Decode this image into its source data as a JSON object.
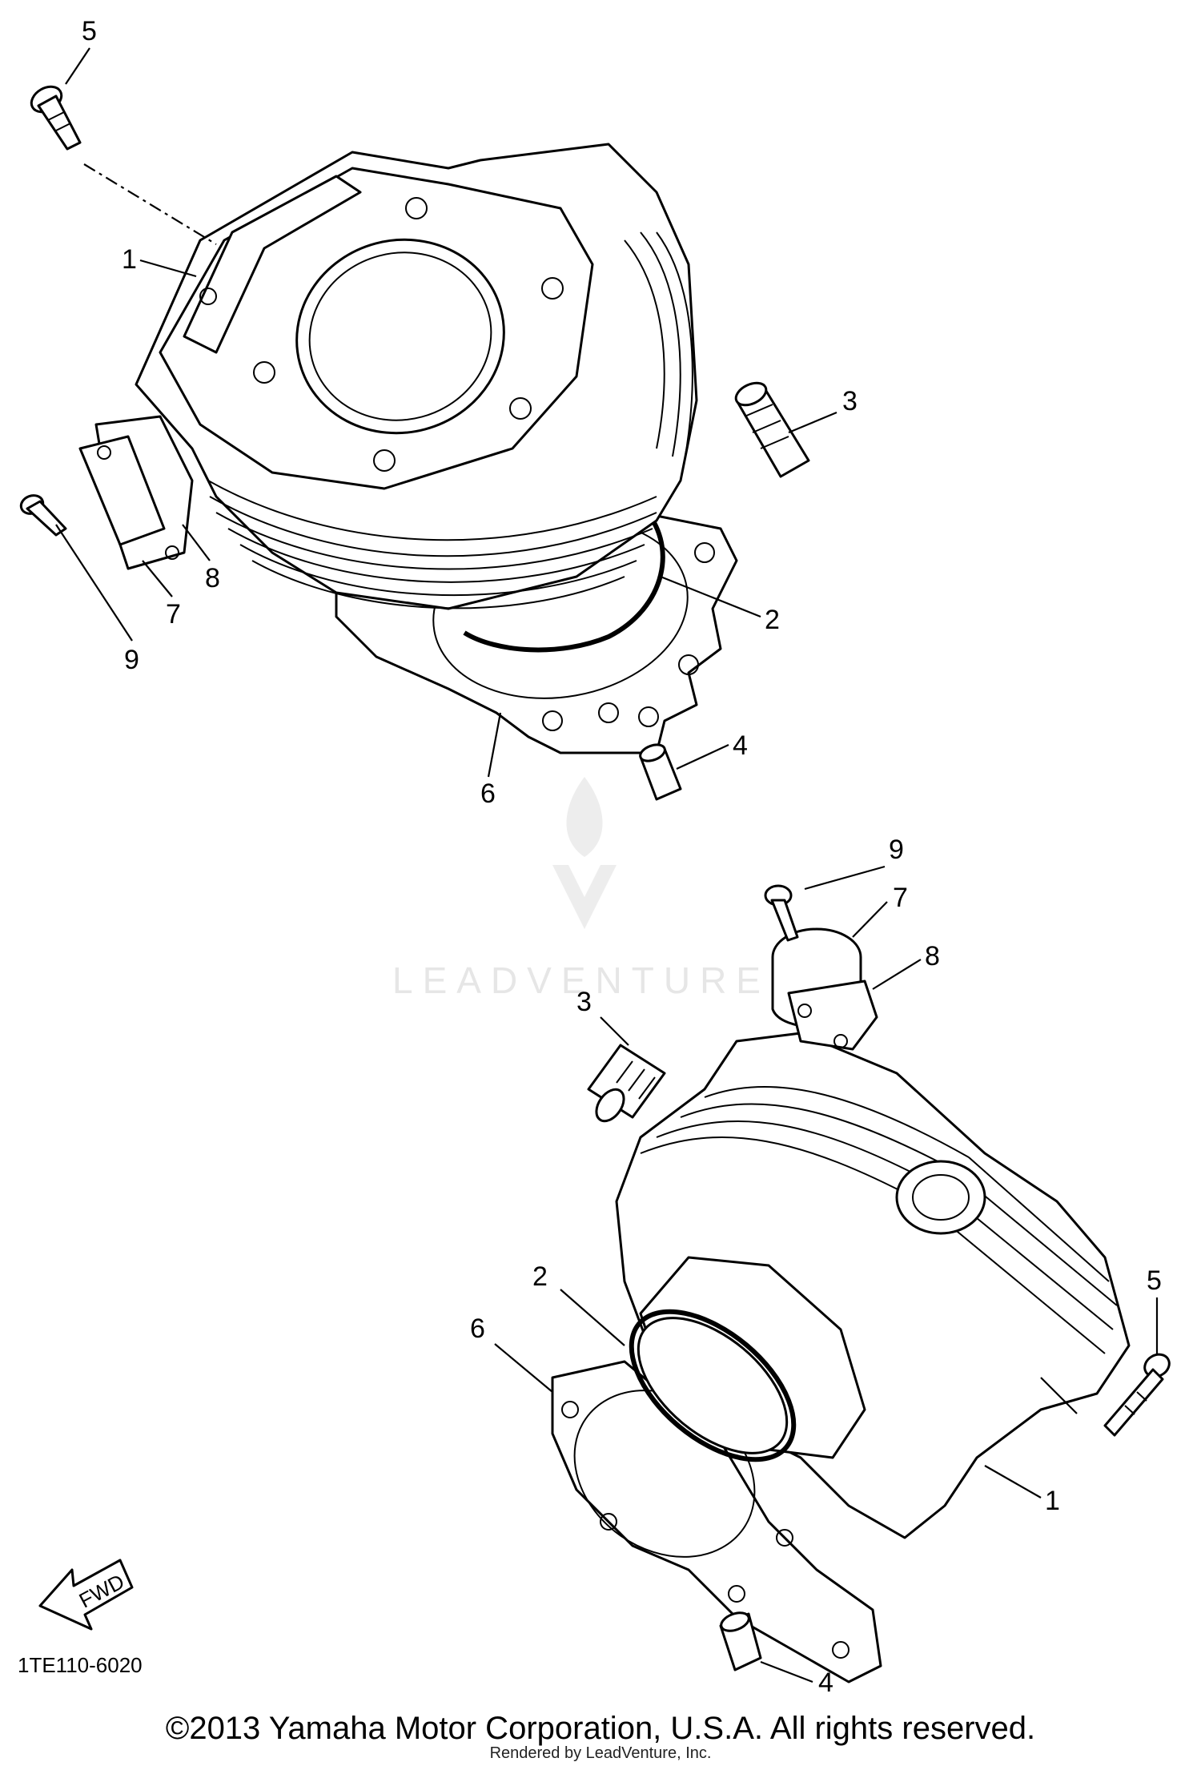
{
  "watermark": {
    "text": "LEADVENTURE"
  },
  "parts_upper": {
    "cylinder": "1",
    "o_ring": "2",
    "dowel_pin_a": "3",
    "dowel_pin_b": "4",
    "bolt": "5",
    "gasket": "6",
    "cap": "7",
    "cap_gasket": "8",
    "cap_bolt": "9"
  },
  "parts_lower": {
    "cylinder": "1",
    "o_ring": "2",
    "dowel_pin_a": "3",
    "dowel_pin_b": "4",
    "bolt": "5",
    "gasket": "6",
    "cap": "7",
    "cap_gasket": "8",
    "cap_bolt": "9"
  },
  "fwd_label": "FWD",
  "diagram_code": "1TE110-6020",
  "footer": {
    "copyright": "©2013 Yamaha Motor Corporation, U.S.A. All rights reserved.",
    "rendered_by": "Rendered by LeadVenture, Inc."
  }
}
